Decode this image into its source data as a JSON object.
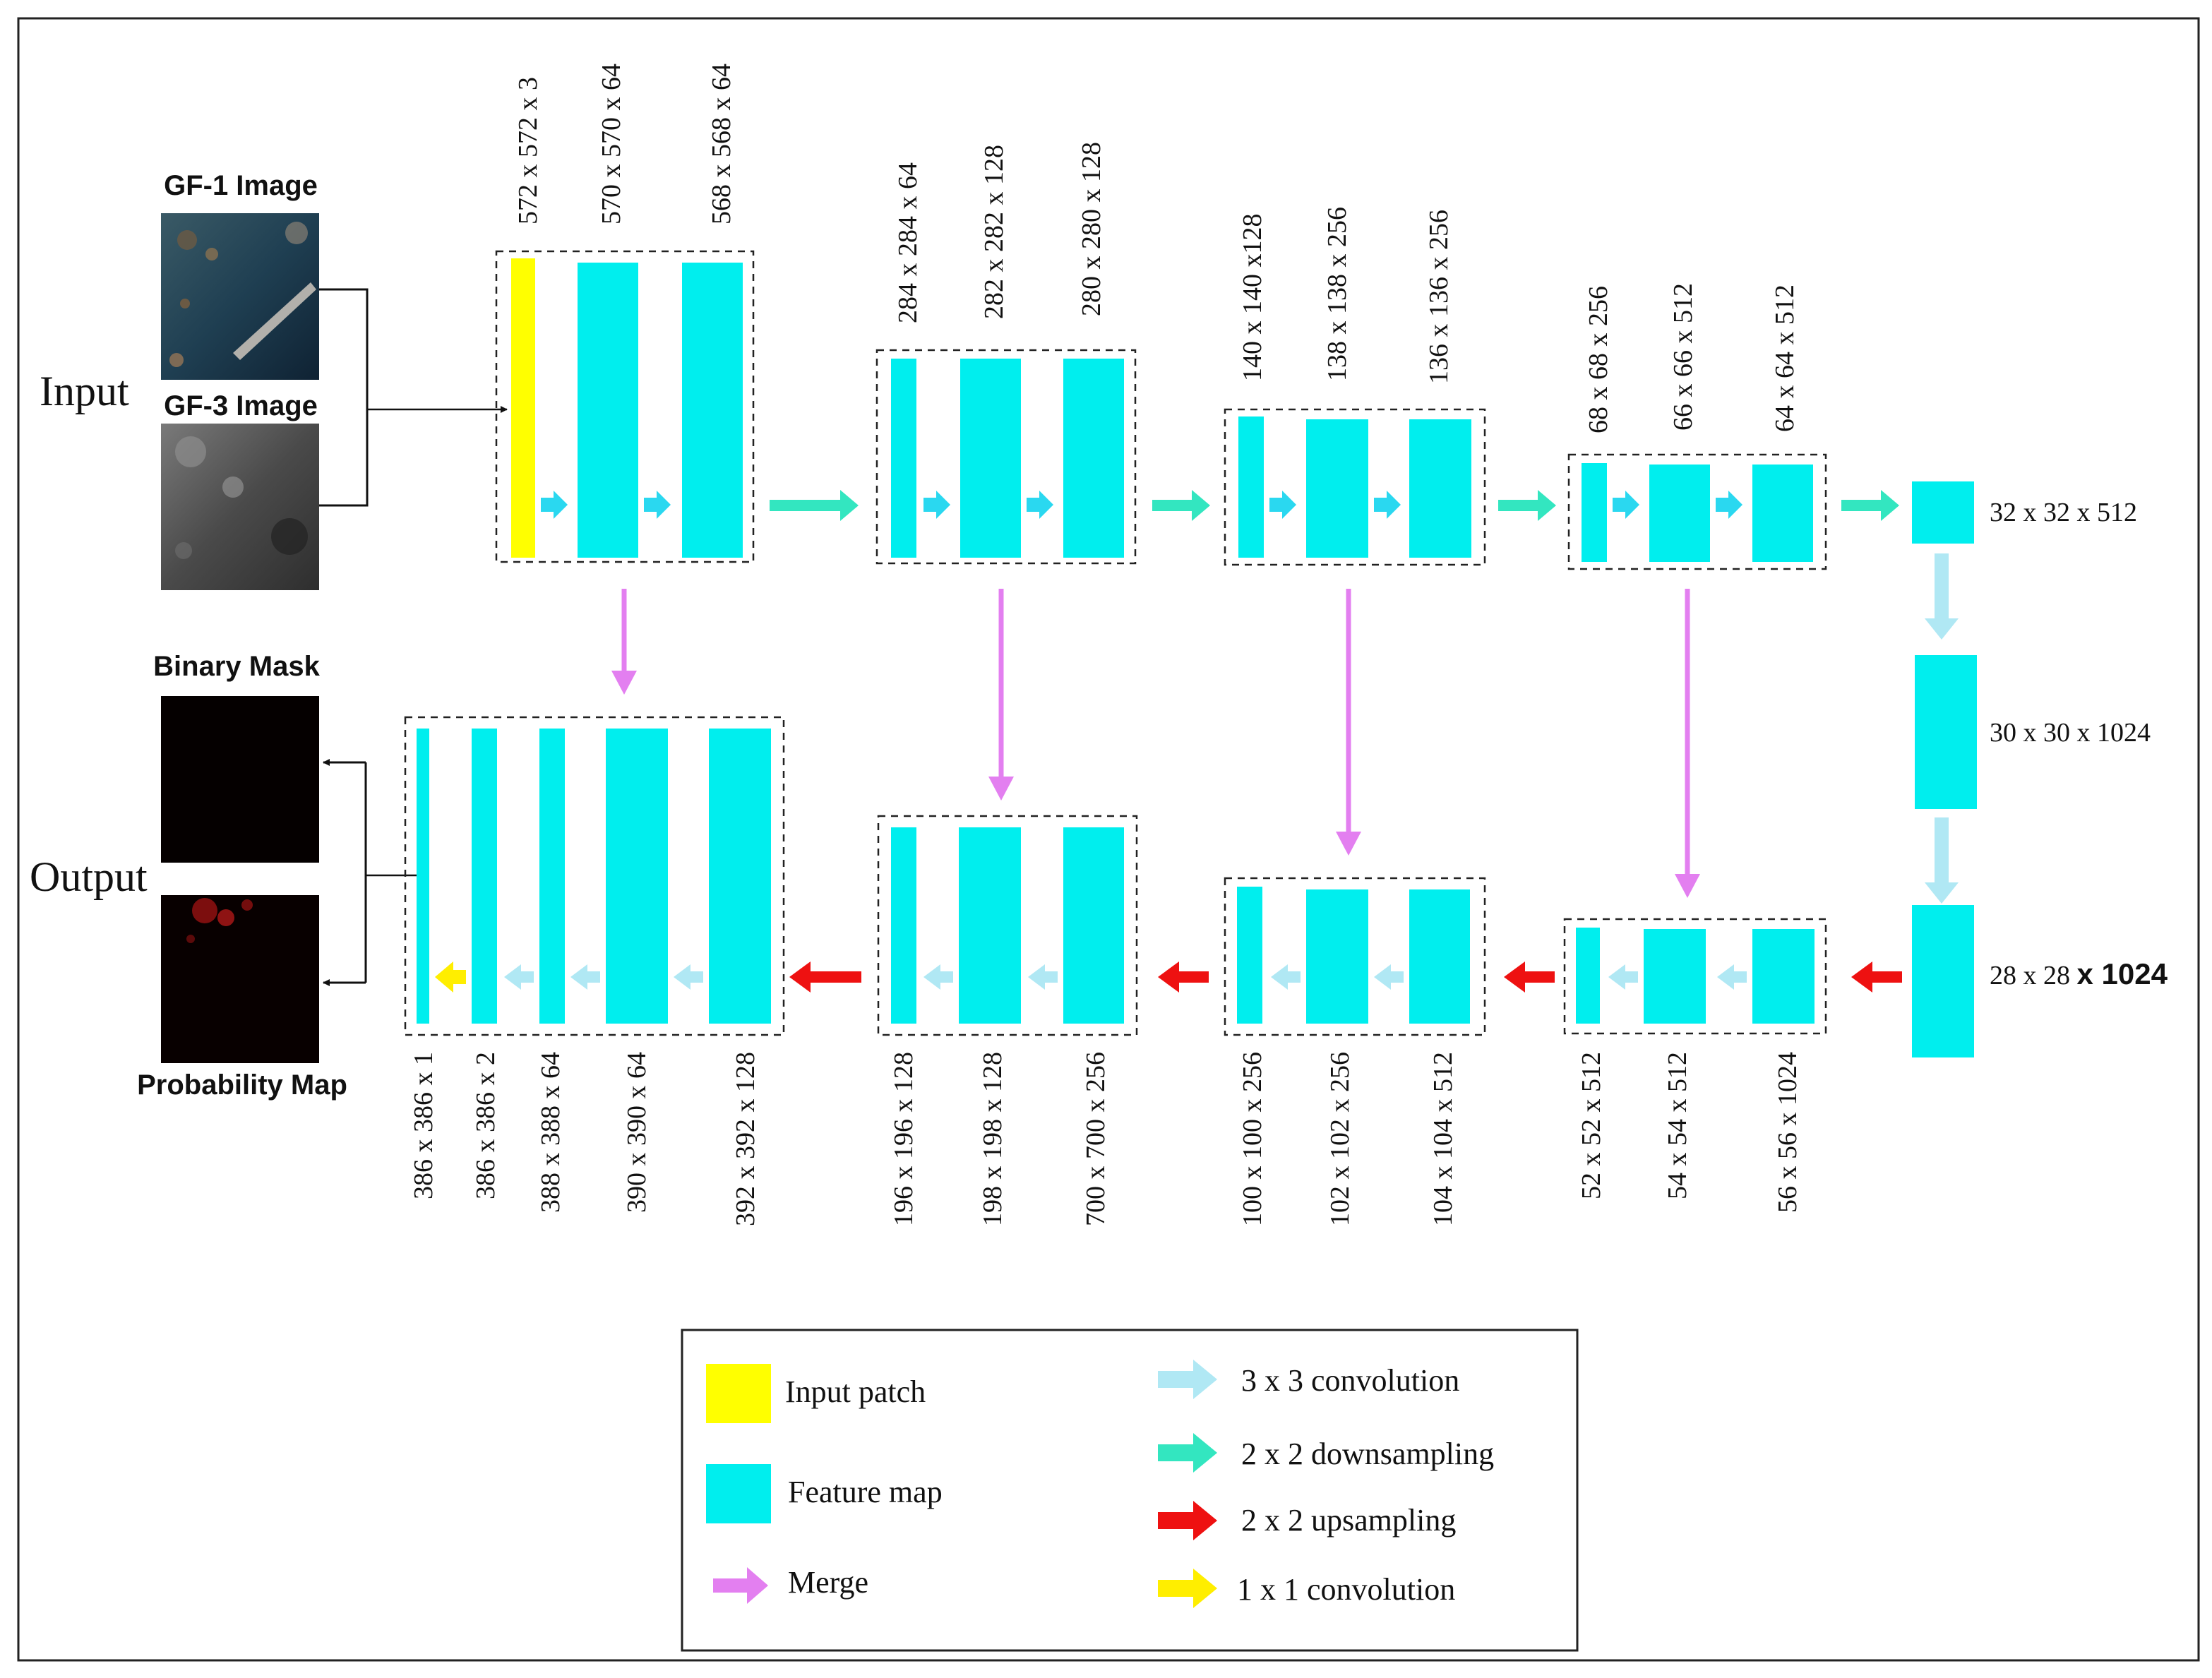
{
  "colors": {
    "feature_map": "#00eeee",
    "input_patch": "#ffff00",
    "conv3x3": "#b0e8f4",
    "downsample": "#33e6c0",
    "upsample": "#ee1111",
    "conv1x1": "#ffee00",
    "merge": "#e37ff0",
    "frame": "#111111"
  },
  "io": {
    "input_label": "Input",
    "output_label": "Output",
    "gf1_label": "GF-1 Image",
    "gf3_label": "GF-3 Image",
    "binary_mask_label": "Binary Mask",
    "probability_map_label": "Probability Map"
  },
  "encoder": [
    {
      "dims": [
        "572 x 572 x 3",
        "570 x 570 x 64",
        "568 x 568 x 64"
      ]
    },
    {
      "dims": [
        "284 x 284 x 64",
        "282 x 282 x 128",
        "280 x 280 x 128"
      ]
    },
    {
      "dims": [
        "140 x 140 x128",
        "138 x 138 x 256",
        "136 x 136 x 256"
      ]
    },
    {
      "dims": [
        "68 x 68 x 256",
        "66 x 66 x 512",
        "64 x 64 x 512"
      ]
    }
  ],
  "bottleneck": {
    "dims": [
      "32 x 32 x 512",
      "30 x 30 x 1024",
      "28 x 28 "
    ],
    "dims_bold_tail": "x 1024"
  },
  "decoder": [
    {
      "dims": [
        "52 x 52 x 512",
        "54 x 54 x 512",
        "56 x 56 x 1024"
      ]
    },
    {
      "dims": [
        "100 x 100 x 256",
        "102 x 102 x 256",
        "104 x 104 x 512"
      ]
    },
    {
      "dims": [
        "196 x 196 x 128",
        "198 x 198 x 128",
        "700 x 700 x 256"
      ]
    },
    {
      "dims": [
        "386 x 386 x 1",
        "386 x 386 x 2",
        "388 x 388 x 64",
        "390 x 390 x 64",
        "392 x 392 x 128"
      ]
    }
  ],
  "legend": {
    "input_patch": "Input patch",
    "feature_map": "Feature map",
    "merge": "Merge",
    "conv3x3": "3 x 3 convolution",
    "downsample": "2 x 2 downsampling",
    "upsample": "2 x 2 upsampling",
    "conv1x1": "1 x 1 convolution"
  }
}
